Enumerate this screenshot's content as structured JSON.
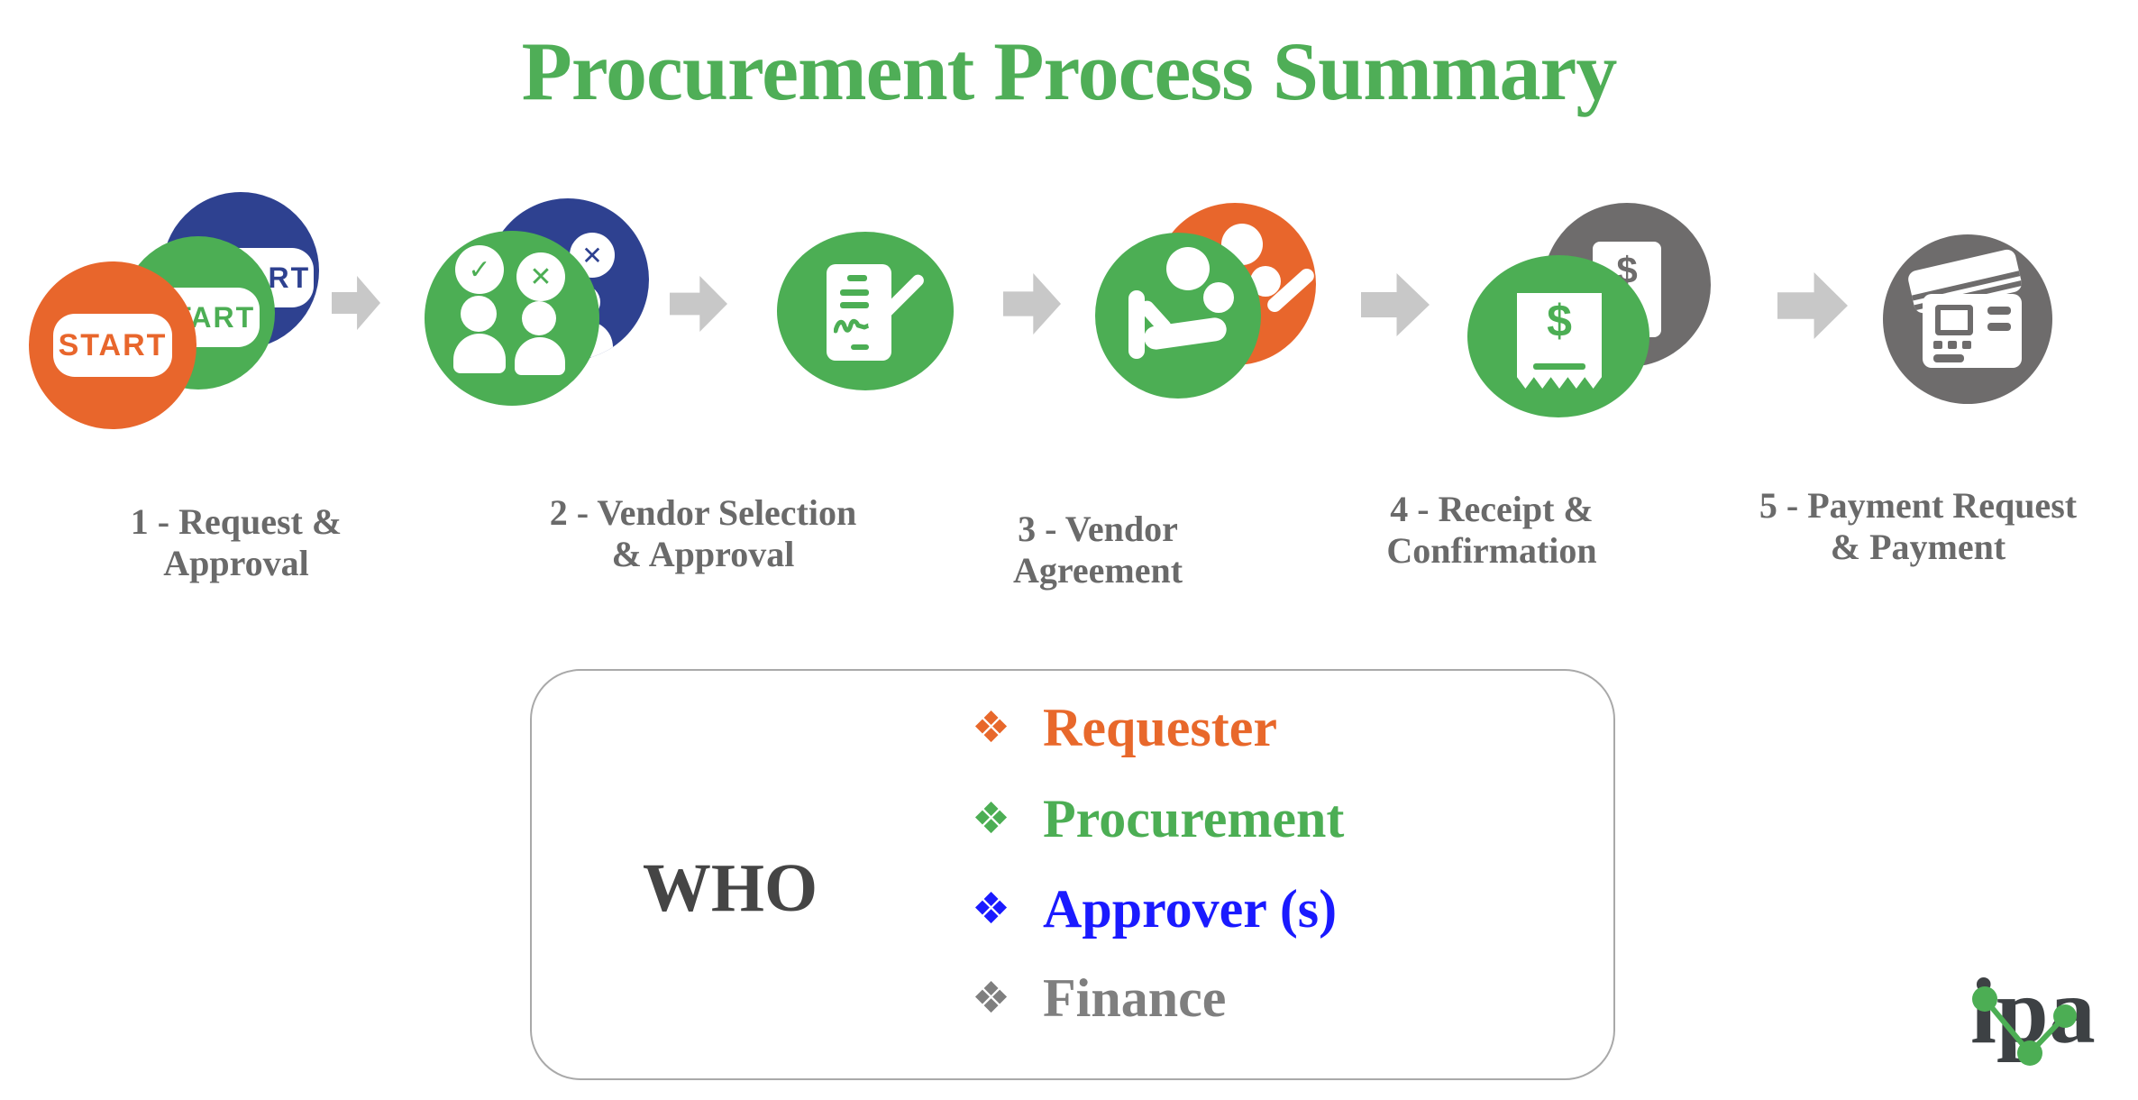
{
  "title": {
    "text": "Procurement Process Summary",
    "color": "#4fae57"
  },
  "steps": [
    {
      "line1": "1 - Request &",
      "line2": "Approval",
      "icon": "start-badges-icon"
    },
    {
      "line1": "2 - Vendor Selection",
      "line2": "& Approval",
      "icon": "vendor-selection-icon"
    },
    {
      "line1": "3 - Vendor",
      "line2": "Agreement",
      "icon": "contract-signature-icon"
    },
    {
      "line1": "4 - Receipt &",
      "line2": "Confirmation",
      "icon": "receipt-icon"
    },
    {
      "line1": "5 - Payment Request",
      "line2": "& Payment",
      "icon": "credit-card-icon"
    }
  ],
  "icons": {
    "start_text": "START",
    "dollar": "$",
    "check": "✓",
    "cross": "✕"
  },
  "who_box": {
    "heading": "WHO",
    "bullet": "❖",
    "items": [
      {
        "label": "Requester",
        "color": "#e8682b"
      },
      {
        "label": "Procurement",
        "color": "#4cae54"
      },
      {
        "label": "Approver (s)",
        "color": "#1a1aff"
      },
      {
        "label": "Finance",
        "color": "#7f7f7f"
      }
    ]
  },
  "logo": {
    "text": "ipa"
  },
  "colors": {
    "title_green": "#4fae57",
    "circle_green": "#4cae54",
    "circle_navy": "#2e4190",
    "circle_orange": "#e8662c",
    "circle_gray": "#6e6c6c",
    "arrow_gray": "#c8c8c8",
    "label_gray": "#6a6a6a",
    "who_heading_gray": "#454545",
    "box_border_gray": "#a9a9a9",
    "logo_gray": "#3d4144"
  }
}
